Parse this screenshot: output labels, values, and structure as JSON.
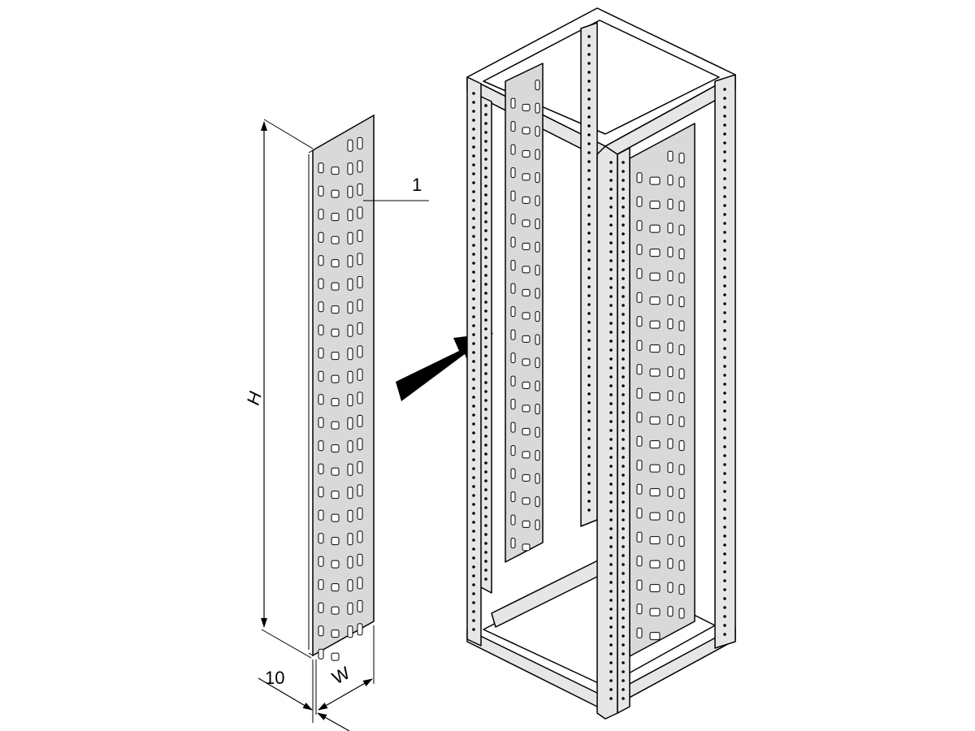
{
  "diagram": {
    "labels": {
      "height": "H",
      "width": "W",
      "offset": "10",
      "part_number": "1"
    },
    "colors": {
      "panel_fill": "#d9d9d9",
      "frame_fill": "#e6e6e6",
      "line": "#000000"
    }
  }
}
